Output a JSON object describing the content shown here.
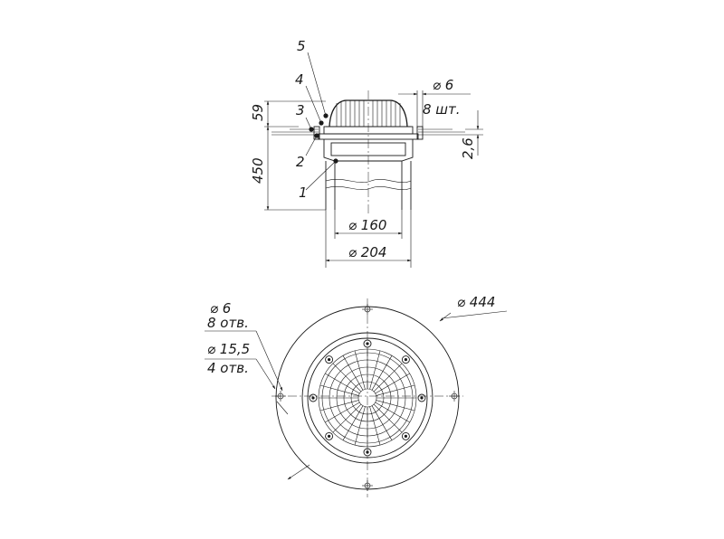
{
  "side_view": {
    "callouts": [
      "5",
      "4",
      "3",
      "2",
      "1"
    ],
    "dim_height_top": "59",
    "dim_height_total": "450",
    "dim_bolt": "⌀ 6",
    "dim_bolt_count": "8 шт.",
    "dim_thickness": "2,6",
    "dim_inner_diameter": "⌀ 160",
    "dim_outer_diameter": "⌀ 204"
  },
  "plan_view": {
    "dim_hole_small": "⌀ 6",
    "dim_hole_small_count": "8 отв.",
    "dim_hole_large": "⌀ 15,5",
    "dim_hole_large_count": "4 отв.",
    "dim_flange_diameter": "⌀ 444"
  }
}
